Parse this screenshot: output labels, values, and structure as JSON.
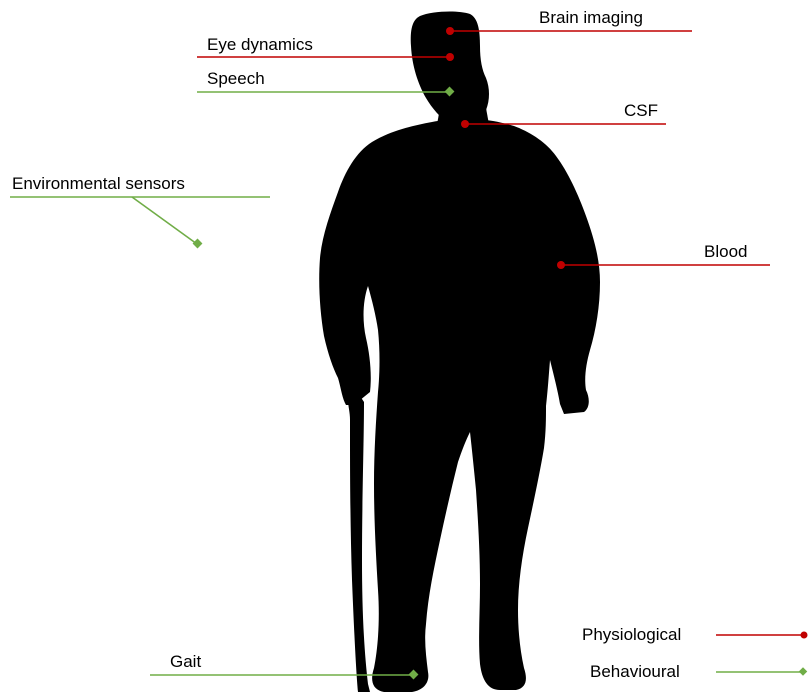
{
  "colors": {
    "physiological": "#c00000",
    "behavioural": "#70ad47",
    "silhouette": "#000000"
  },
  "silhouette": {
    "icon": "elderly-person-with-cane-icon"
  },
  "annotations": {
    "brain_imaging": "Brain imaging",
    "eye_dynamics": "Eye dynamics",
    "speech": "Speech",
    "csf": "CSF",
    "environmental_sensors": "Environmental sensors",
    "blood": "Blood",
    "gait": "Gait"
  },
  "legend": {
    "physiological": "Physiological",
    "behavioural": "Behavioural"
  }
}
